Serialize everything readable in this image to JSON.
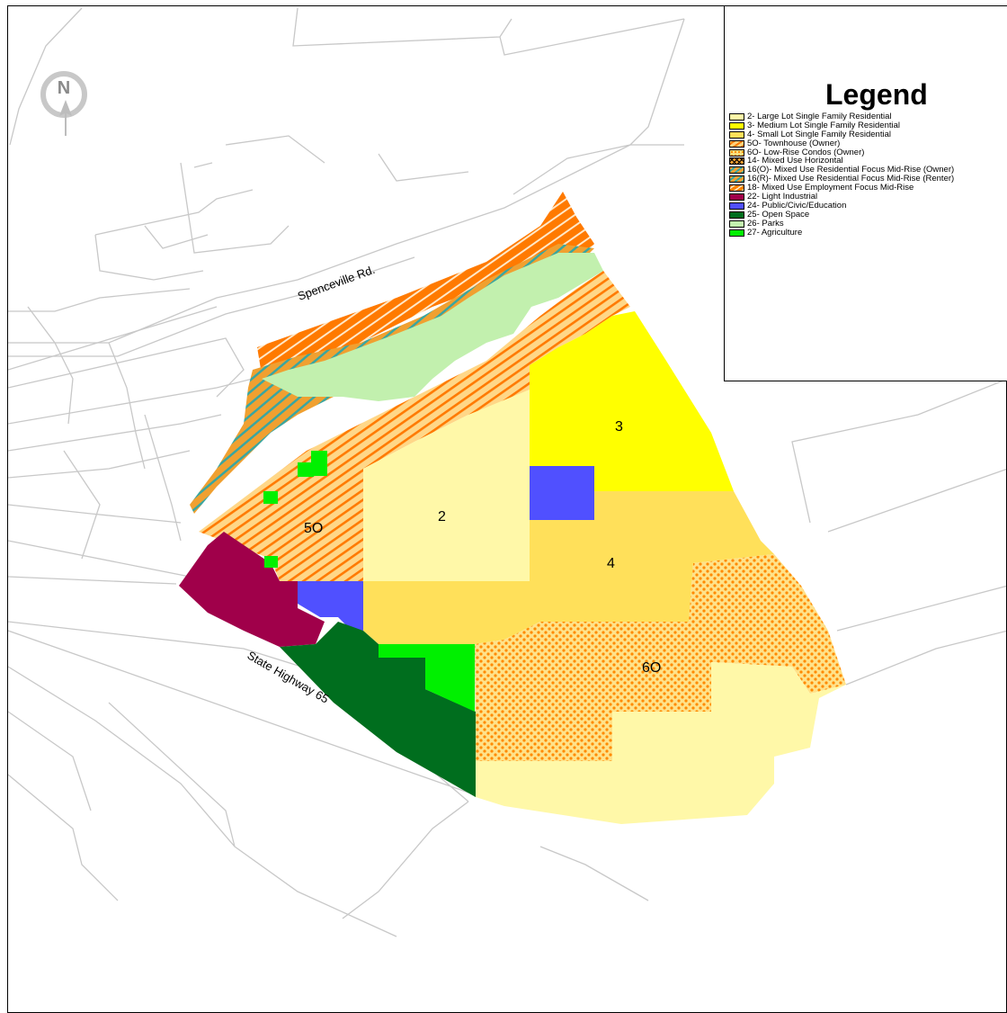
{
  "legend": {
    "title": "Legend",
    "items": [
      {
        "label": "2- Large Lot Single Family Residential",
        "color": "#fff8a8",
        "pattern": "solid"
      },
      {
        "label": "3- Medium Lot Single Family Residential",
        "color": "#ffff00",
        "pattern": "solid"
      },
      {
        "label": "4- Small Lot Single Family Residential",
        "color": "#ffe05a",
        "pattern": "solid"
      },
      {
        "label": "5O- Townhouse (Owner)",
        "color": "#ffd280",
        "pattern": "hatch-orange"
      },
      {
        "label": "6O- Low-Rise Condos (Owner)",
        "color": "#ffe080",
        "pattern": "dots-orange"
      },
      {
        "label": "14- Mixed Use Horizontal",
        "color": "#f0a030",
        "pattern": "crosshatch"
      },
      {
        "label": "16(O)- Mixed Use Residential Focus Mid-Rise (Owner)",
        "color": "#f0a030",
        "pattern": "hatch-teal"
      },
      {
        "label": "16(R)- Mixed Use Residential Focus Mid-Rise (Renter)",
        "color": "#f0a030",
        "pattern": "hatch-teal"
      },
      {
        "label": "18- Mixed Use Employment Focus Mid-Rise",
        "color": "#ff8000",
        "pattern": "hatch-white"
      },
      {
        "label": "22- Light Industrial",
        "color": "#a0004a",
        "pattern": "solid"
      },
      {
        "label": "24- Public/Civic/Education",
        "color": "#5050ff",
        "pattern": "solid"
      },
      {
        "label": "25- Open Space",
        "color": "#006e1e",
        "pattern": "solid"
      },
      {
        "label": "26- Parks",
        "color": "#c2f0ae",
        "pattern": "solid"
      },
      {
        "label": "27- Agriculture",
        "color": "#00f000",
        "pattern": "solid"
      }
    ]
  },
  "map": {
    "north_label": "N",
    "roads": {
      "spenceville": "Spenceville Rd.",
      "highway": "State Highway 65"
    },
    "zone_labels": {
      "z2": "2",
      "z3": "3",
      "z4": "4",
      "z5o": "5O",
      "z6o": "6O"
    }
  }
}
